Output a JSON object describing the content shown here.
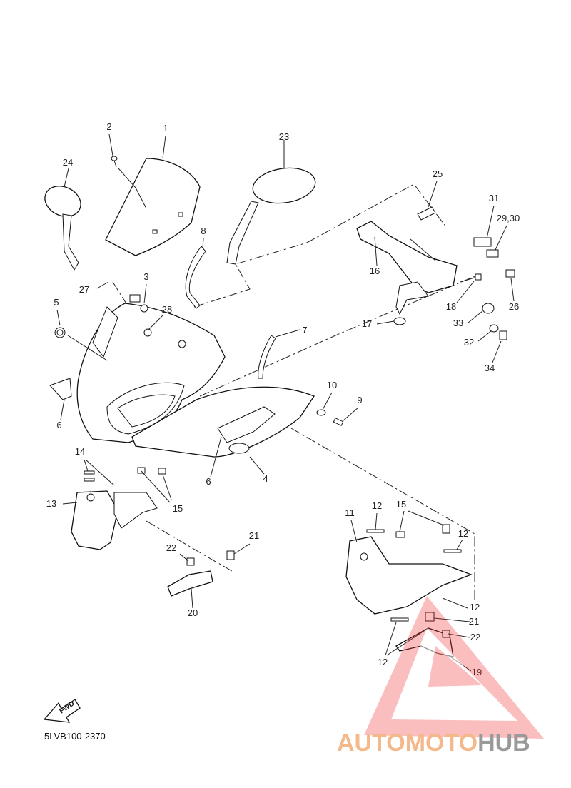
{
  "diagram_code": "5LVB100-2370",
  "fwd_label": "FWD",
  "watermark": {
    "part1": "AUTOMOTO",
    "part2": "HUB",
    "color_primary": "#f5b88a",
    "color_secondary": "#9a9a9a",
    "triangle_color": "#ef2a2a"
  },
  "parts": [
    {
      "id": "p1",
      "label": "1"
    },
    {
      "id": "p2",
      "label": "2"
    },
    {
      "id": "p3",
      "label": "3"
    },
    {
      "id": "p4",
      "label": "4"
    },
    {
      "id": "p5",
      "label": "5"
    },
    {
      "id": "p6a",
      "label": "6"
    },
    {
      "id": "p6b",
      "label": "6"
    },
    {
      "id": "p7",
      "label": "7"
    },
    {
      "id": "p8",
      "label": "8"
    },
    {
      "id": "p9",
      "label": "9"
    },
    {
      "id": "p10",
      "label": "10"
    },
    {
      "id": "p11",
      "label": "11"
    },
    {
      "id": "p12a",
      "label": "12"
    },
    {
      "id": "p12b",
      "label": "12"
    },
    {
      "id": "p12c",
      "label": "12"
    },
    {
      "id": "p12d",
      "label": "12"
    },
    {
      "id": "p13",
      "label": "13"
    },
    {
      "id": "p14",
      "label": "14"
    },
    {
      "id": "p15a",
      "label": "15"
    },
    {
      "id": "p15b",
      "label": "15"
    },
    {
      "id": "p16",
      "label": "16"
    },
    {
      "id": "p17",
      "label": "17"
    },
    {
      "id": "p18",
      "label": "18"
    },
    {
      "id": "p19",
      "label": "19"
    },
    {
      "id": "p20",
      "label": "20"
    },
    {
      "id": "p21a",
      "label": "21"
    },
    {
      "id": "p21b",
      "label": "21"
    },
    {
      "id": "p22a",
      "label": "22"
    },
    {
      "id": "p22b",
      "label": "22"
    },
    {
      "id": "p23",
      "label": "23"
    },
    {
      "id": "p24",
      "label": "24"
    },
    {
      "id": "p25",
      "label": "25"
    },
    {
      "id": "p26",
      "label": "26"
    },
    {
      "id": "p27",
      "label": "27"
    },
    {
      "id": "p28",
      "label": "28"
    },
    {
      "id": "p2930",
      "label": "29,30"
    },
    {
      "id": "p31",
      "label": "31"
    },
    {
      "id": "p32",
      "label": "32"
    },
    {
      "id": "p33",
      "label": "33"
    },
    {
      "id": "p34",
      "label": "34"
    }
  ]
}
